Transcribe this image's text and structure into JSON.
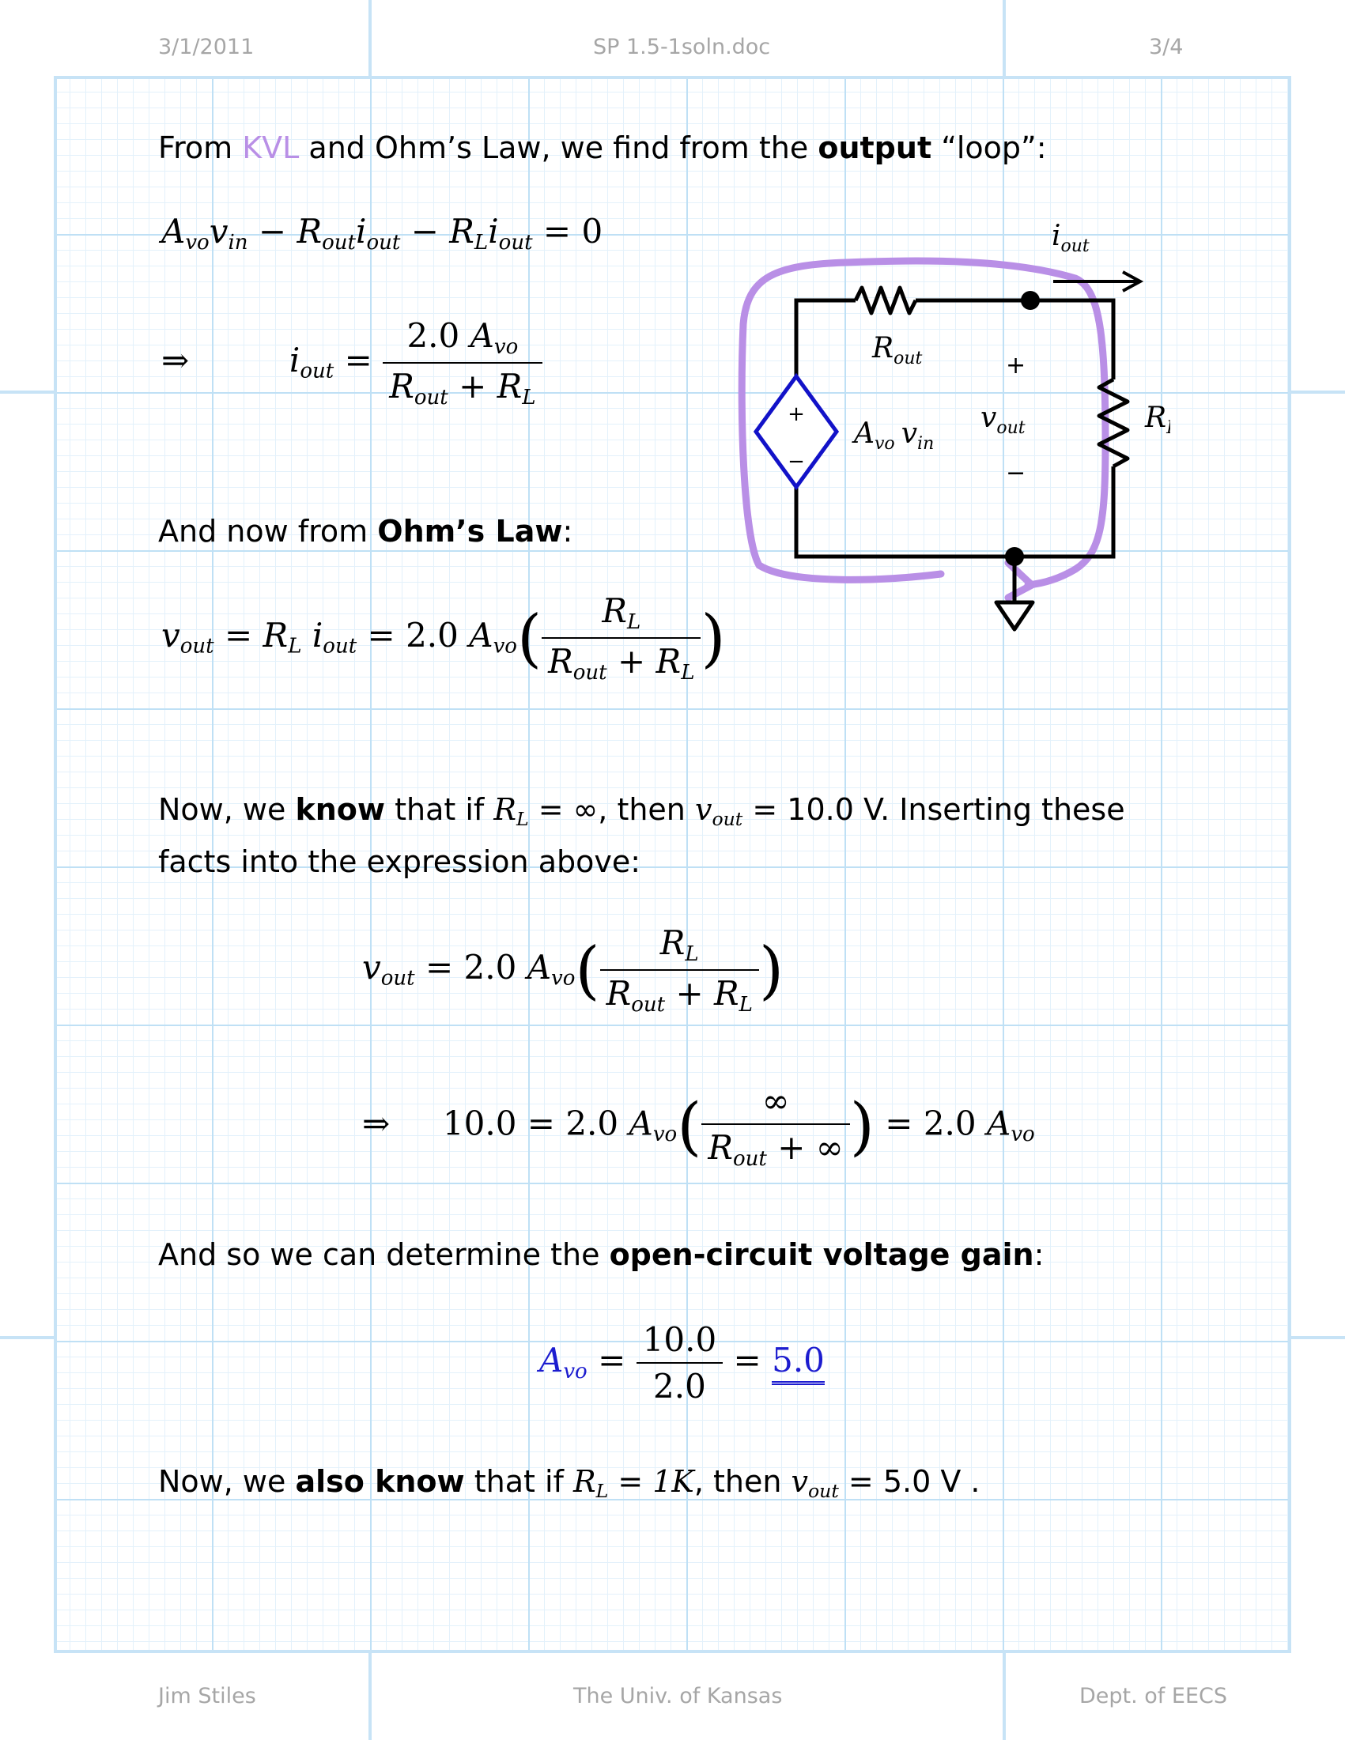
{
  "header": {
    "date": "3/1/2011",
    "filename": "SP 1.5-1soln.doc",
    "page": "3/4"
  },
  "footer": {
    "author": "Jim Stiles",
    "university": "The Univ. of Kansas",
    "dept": "Dept. of EECS"
  },
  "text": {
    "p1_a": "From ",
    "p1_kvl": "KVL",
    "p1_b": " and Ohm’s Law, we find from the ",
    "p1_output": "output",
    "p1_c": " “loop”:",
    "p2_a": "And now from ",
    "p2_b": "Ohm’s Law",
    "p2_c": ":",
    "p3_a": "Now, we ",
    "p3_know": "know",
    "p3_b": " that if ",
    "p3_c": ", then ",
    "p3_d": ". Inserting these",
    "p3_line2": "facts into the expression above:",
    "p4_a": "And so we can determine the ",
    "p4_b": "open-circuit voltage gain",
    "p4_c": ":",
    "p5_a": "Now, we ",
    "p5_b": "also know",
    "p5_c": " that if ",
    "p5_d": ", then "
  },
  "math": {
    "eq1": "A_vo v_in − R_out i_out − R_L i_out = 0",
    "implies": "⇒",
    "num_2avo": "2.0 A_vo",
    "den_rout_rl": "R_out + R_L",
    "coef": "2.0",
    "ten": "10.0",
    "two": "2.0",
    "infinity": "∞",
    "result": "5.0",
    "one_k": "1K",
    "ten_v": "10.0 V",
    "five_v": "5.0 V"
  },
  "circuit": {
    "labels": {
      "i_out": "i",
      "i_out_sub": "out",
      "r_out": "R",
      "r_out_sub": "out",
      "r_l": "R",
      "r_l_sub": "L",
      "source": "A",
      "source_sub": "vo",
      "source_v": "v",
      "source_v_sub": "in",
      "v_out": "v",
      "v_out_sub": "out",
      "plus": "+",
      "minus": "−"
    },
    "colors": {
      "wire": "#000000",
      "source": "#1212c8",
      "loop": "#b98fe6"
    }
  },
  "colors": {
    "grid": "#c7e3f6",
    "header_text": "#a6a6a6",
    "kvl": "#b98fe6",
    "answer": "#1c1ccf"
  }
}
